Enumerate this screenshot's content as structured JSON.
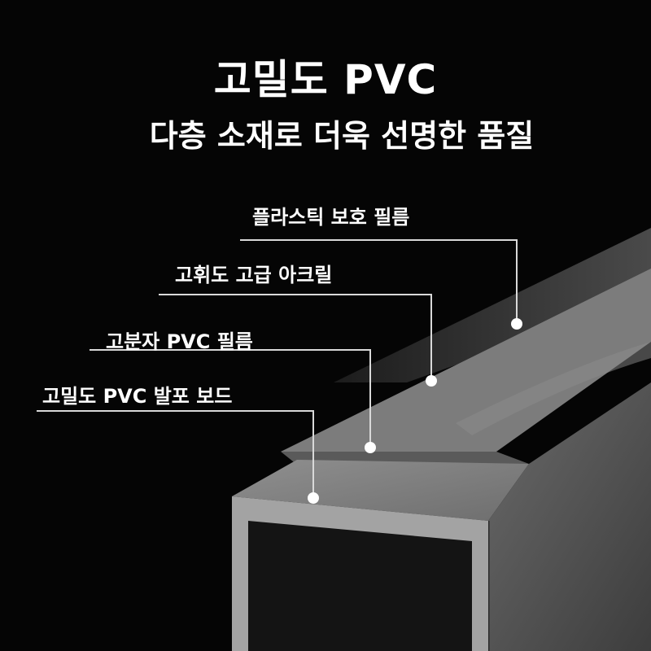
{
  "header": {
    "title": "고밀도 PVC",
    "subtitle": "다층 소재로 더욱 선명한 품질"
  },
  "layers": [
    {
      "label": "플라스틱 보호 필름"
    },
    {
      "label": "고휘도 고급 아크릴"
    },
    {
      "label": "고분자 PVC 필름"
    },
    {
      "label": "고밀도 PVC 발포 보드"
    }
  ],
  "colors": {
    "background": "#050505",
    "text": "#ffffff",
    "leader_line": "#d9d9d9",
    "board_face": "#9a9a9a"
  }
}
